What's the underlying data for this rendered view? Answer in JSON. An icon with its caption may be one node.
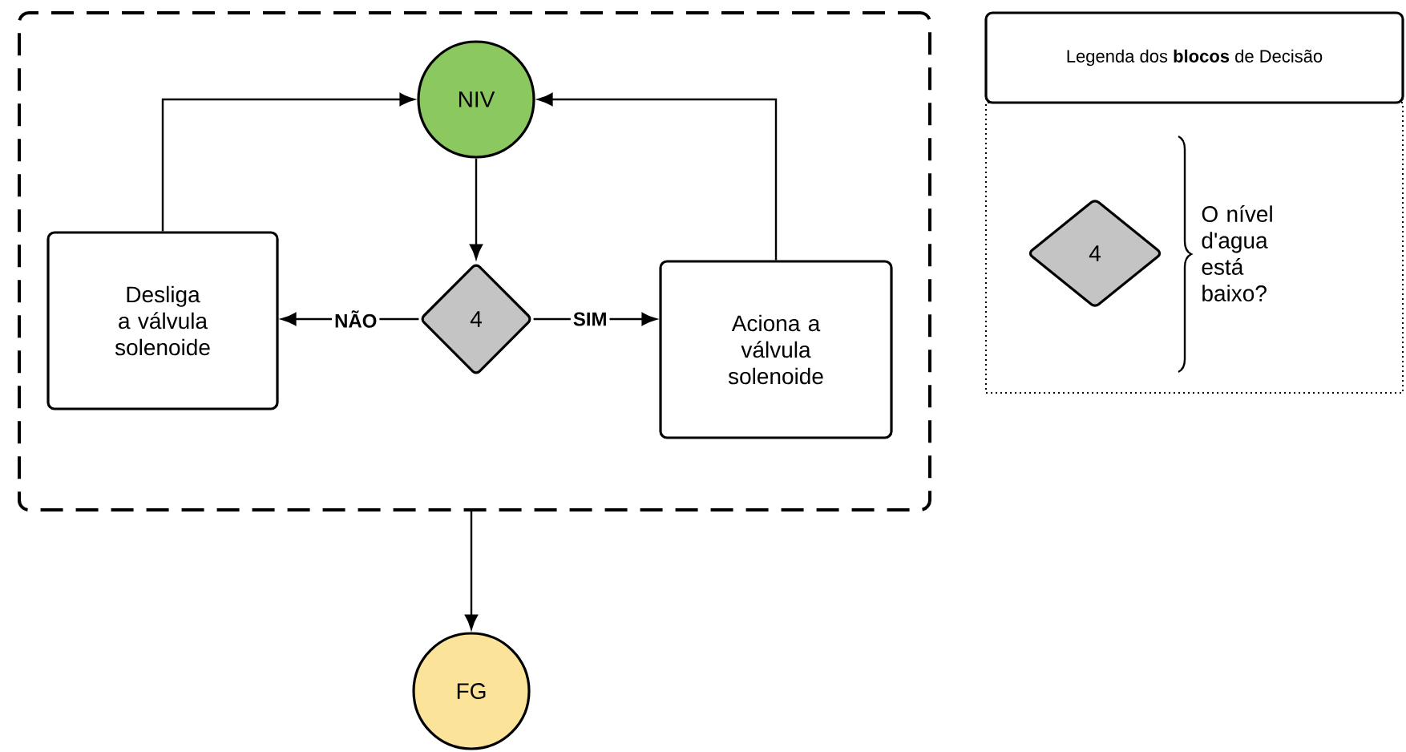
{
  "diagram": {
    "nodes": [
      {
        "text": [],
        "shape": "box"
      },
      {
        "text": [
          "NIV"
        ],
        "in": 0
      },
      {
        "text": [
          "4"
        ],
        "in": 0
      },
      {
        "text": [
          "Desliga a válvula solenoide"
        ],
        "in": 0
      },
      {
        "text": [
          "Aciona a válvula solenoide"
        ],
        "in": 0
      },
      {
        "text": [
          "FG"
        ]
      },
      {
        "text": [
          "Legenda dos **blocos** de Decisão"
        ]
      },
      {
        "text": [],
        "shape": "box"
      },
      {
        "text": [
          "4"
        ],
        "in": 7,
        "beside": [
          "O nível d'agua está baixo?"
        ]
      }
    ],
    "edges": [
      {
        "from": 1,
        "to": 2,
        "arrow": "to"
      },
      {
        "from": 2,
        "to": 3,
        "arrow": "to",
        "label": "NÃO"
      },
      {
        "from": 2,
        "to": 4,
        "arrow": "to",
        "label": "SIM"
      },
      {
        "from": 3,
        "to": 1,
        "arrow": "to"
      },
      {
        "from": 4,
        "to": 1,
        "arrow": "to"
      },
      {
        "from": 0,
        "to": 5,
        "arrow": "to"
      }
    ]
  }
}
